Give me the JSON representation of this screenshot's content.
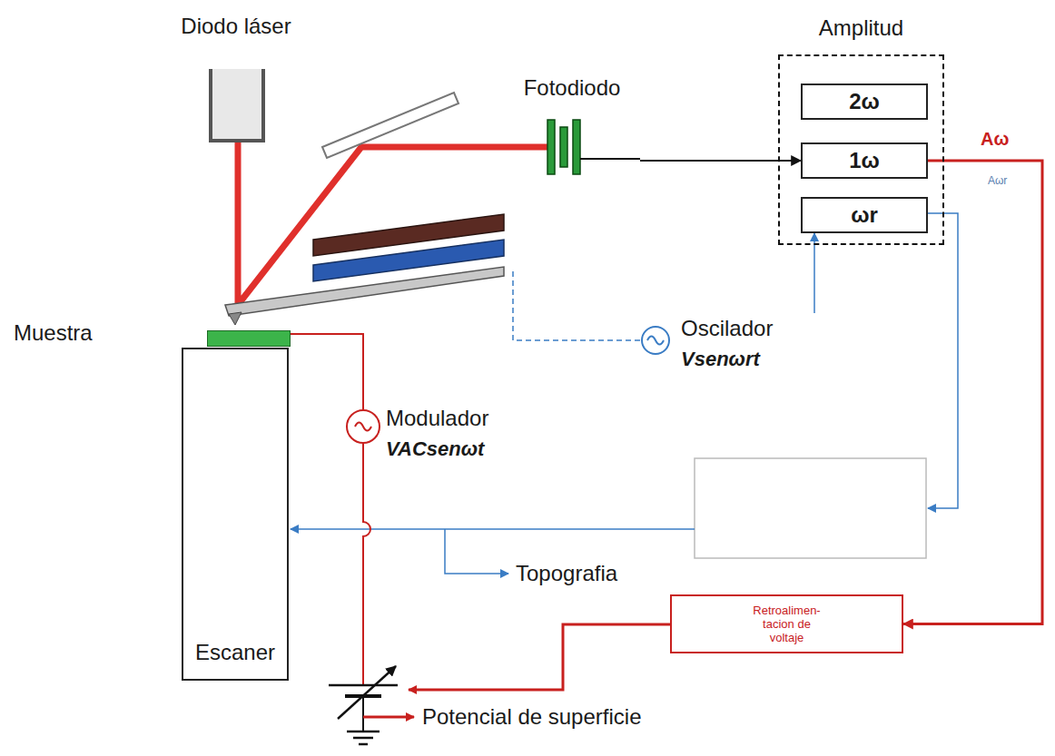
{
  "diagram": {
    "nodes": [
      {
        "text": [
          "Diodo láser"
        ]
      },
      {
        "text": [
          "Fotodiodo"
        ]
      },
      {
        "text": [
          "Amplitud"
        ]
      },
      {
        "text": [
          "2ω"
        ],
        "in": 2
      },
      {
        "text": [
          "1ω"
        ],
        "in": 2
      },
      {
        "text": [
          "ωr"
        ],
        "in": 2
      },
      {
        "text": [
          "Oscilador",
          "Vsenωrt"
        ]
      },
      {
        "text": [
          "Muestra"
        ]
      },
      {
        "text": [
          "Modulador",
          "VACsenωt"
        ]
      },
      {
        "text": [
          "Escaner"
        ]
      },
      {
        "text": [
          "Retroalimen- tacion de voltaje"
        ]
      }
    ],
    "edges": [
      {
        "from": 1,
        "to": 4,
        "arrow": "to"
      },
      {
        "from": 4,
        "to": 10,
        "arrow": "to"
      },
      {
        "from": 6,
        "to": 5,
        "arrow": "to"
      }
    ],
    "labels": [
      "Aω",
      "Aωr",
      "Topografia",
      "Potencial de superficie"
    ]
  }
}
